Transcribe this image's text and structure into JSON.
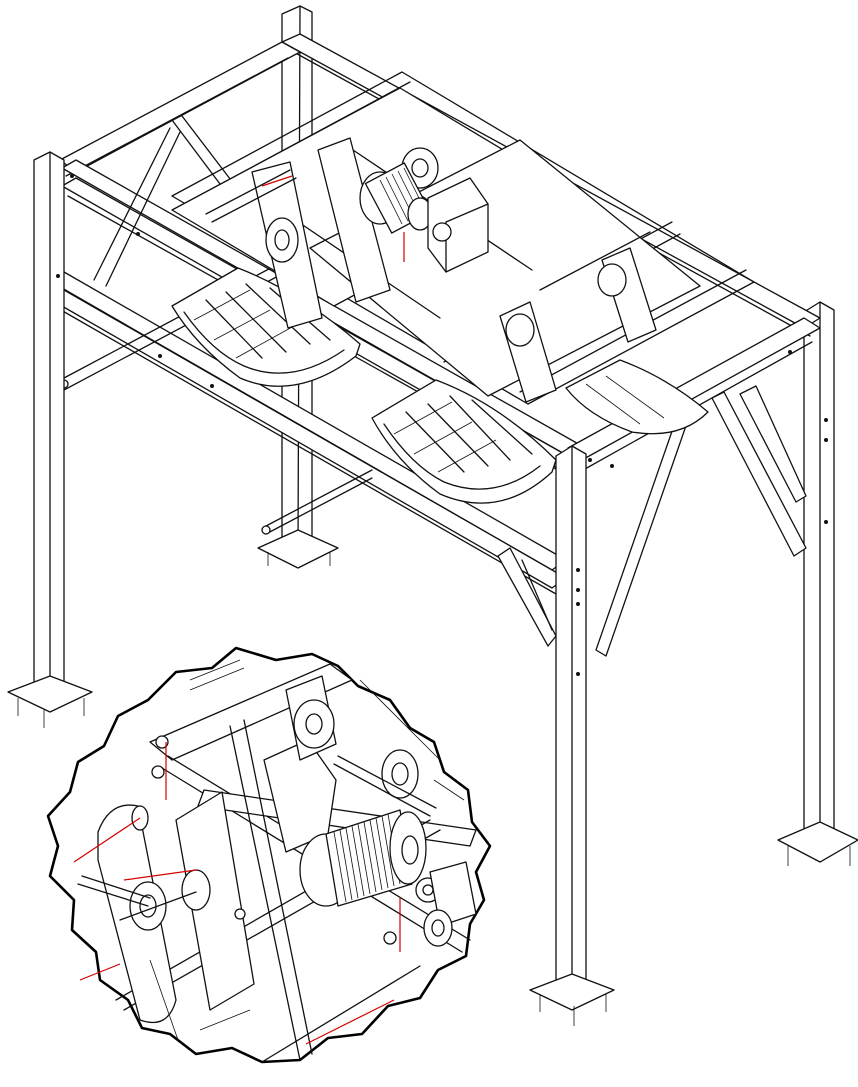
{
  "colors": {
    "background": "#ffffff",
    "line": "#111111",
    "cable": "#d40000"
  },
  "icons": [
    "frame-structure",
    "winch-motor",
    "gearbox",
    "sheave",
    "detail-callout"
  ]
}
